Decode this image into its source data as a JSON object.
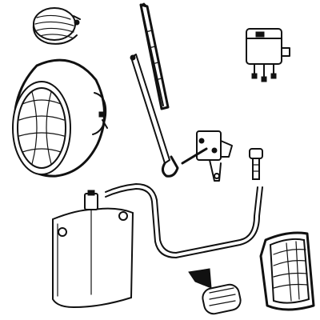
{
  "image": {
    "background_color": "#ffffff",
    "ink_color": "#111111",
    "parts": [
      "parking-light-lens",
      "headlamp",
      "wiper-blade",
      "wiper-arm",
      "flasher-relay",
      "wiper-motor-switch",
      "washer-nozzle",
      "washer-tube",
      "washer-reservoir",
      "reflector",
      "tail-lamp"
    ]
  }
}
